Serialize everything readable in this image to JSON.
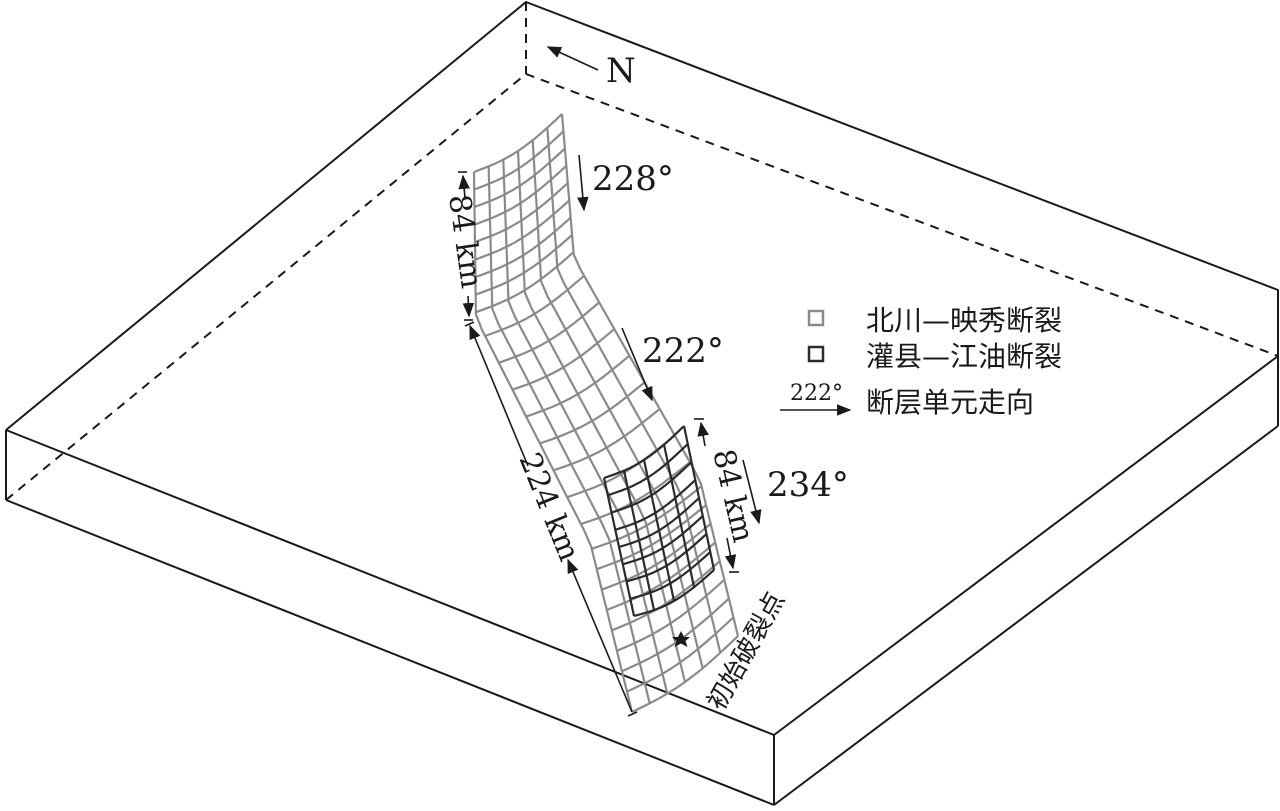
{
  "north": {
    "label": "N"
  },
  "fault_strikes": {
    "segment_north": "228°",
    "segment_middle": "222°",
    "segment_guanxian": "234°"
  },
  "dimensions": {
    "north_length": "84 km",
    "total_length": "224 km",
    "guanxian_length": "84 km"
  },
  "legend": {
    "items": [
      {
        "label": "北川—映秀断裂",
        "color": "#8a8a8a"
      },
      {
        "label": "灌县—江油断裂",
        "color": "#2b2b2b"
      }
    ],
    "arrow_value": "222°",
    "arrow_label": "断层单元走向"
  },
  "epicenter": {
    "label": "初始破裂点"
  }
}
